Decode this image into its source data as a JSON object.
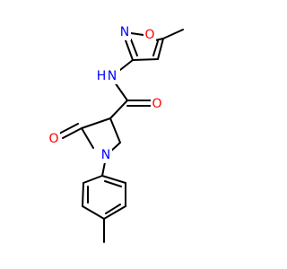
{
  "diagram": {
    "type": "chemical-structure",
    "background": "#ffffff",
    "bond_color": "#000000",
    "atoms": {
      "isoxazole_oxygen": {
        "text": "O",
        "color": "#ff0000"
      },
      "isoxazole_nitrogen": {
        "text": "N",
        "color": "#0000ff"
      },
      "amide_nitrogen": {
        "text": "N",
        "color": "#0000ff"
      },
      "amide_hydrogen": {
        "text": "H",
        "color": "#0000ff"
      },
      "carbonyl_oxygen": {
        "text": "O",
        "color": "#ff0000"
      },
      "lactam_oxygen": {
        "text": "O",
        "color": "#ff0000"
      },
      "pyrrolidine_nitrogen": {
        "text": "N",
        "color": "#0000ff"
      }
    }
  }
}
